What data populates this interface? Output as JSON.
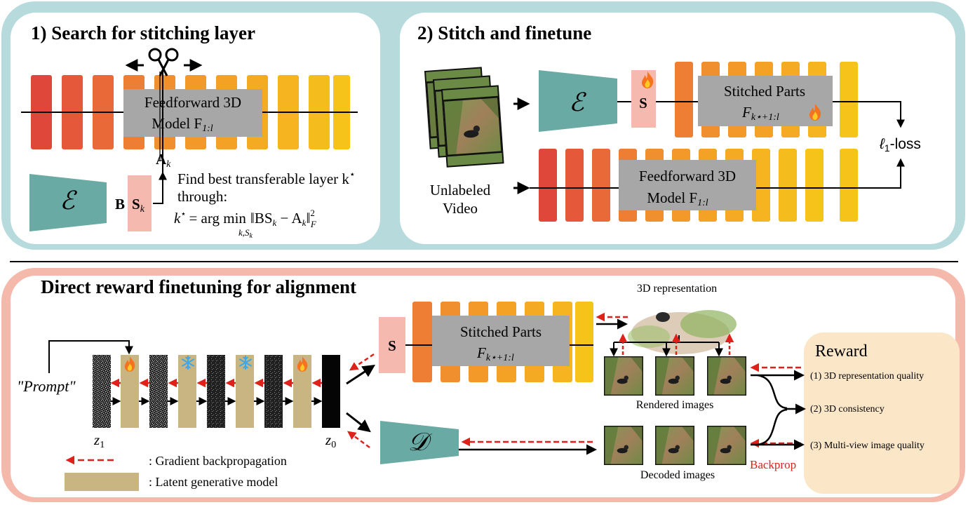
{
  "colors": {
    "top_panel_bg": "#b7dadd",
    "bottom_panel_bg": "#f5b9ac",
    "encoder": "#6aaaa5",
    "stitch_layer": "#f6b9b0",
    "gray_box": "#a7a7a7",
    "latent_model": "#c9b582",
    "reward_box": "#fbe7c8",
    "gradient_arrow": "#e0201a",
    "backprop_text": "#e0201a",
    "layer_gradient": [
      "#e0473b",
      "#e5583a",
      "#e96a38",
      "#ed7e34",
      "#f08f2d",
      "#f3a226",
      "#f5b420",
      "#f6c31b"
    ]
  },
  "icons": [
    "scissors-icon",
    "fire-icon",
    "snowflake-icon"
  ],
  "panel1": {
    "title": "1) Search for stitching layer",
    "model_line1": "Feedforward 3D",
    "model_line2": "Model F",
    "model_sub": "1:l",
    "a_label": "A",
    "a_sub": "k",
    "encoder_symbol": "ℰ",
    "b_label": "B",
    "s_label": "S",
    "s_sub": "k",
    "find_line1": "Find best transferable layer k",
    "find_star": "⋆",
    "find_line2": "through:",
    "eq_lhs": "k",
    "eq_star": "⋆",
    "eq_equals": "= arg min",
    "eq_under": "k,S",
    "eq_under_sub": "k",
    "eq_norm": "‖BS",
    "eq_norm_sub": "k",
    "eq_minus": " − A",
    "eq_minus_sub": "k",
    "eq_close": "‖",
    "eq_sup": "2",
    "eq_subF": "F"
  },
  "panel2": {
    "title": "2) Stitch and finetune",
    "encoder_symbol": "ℰ",
    "s_label": "S",
    "stitched_line1": "Stitched Parts",
    "stitched_F": "F",
    "stitched_sub": "k⋆+1:l",
    "model_line1": "Feedforward 3D",
    "model_line2": "Model F",
    "model_sub": "1:l",
    "video_line1": "Unlabeled",
    "video_line2": "Video",
    "loss_symbol": "ℓ",
    "loss_sub": "1",
    "loss_text": "-loss"
  },
  "panel3": {
    "title": "Direct reward finetuning for alignment",
    "prompt": "\"Prompt\"",
    "z1": "z",
    "z1_sub": "1",
    "z0": "z",
    "z0_sub": "0",
    "legend_gradient": ": Gradient backpropagation",
    "legend_latent": ": Latent generative model",
    "s_label": "S",
    "stitched_line1": "Stitched Parts",
    "stitched_F": "F",
    "stitched_sub": "k⋆+1:l",
    "decoder_symbol": "𝒟",
    "rep_label": "3D representation",
    "rendered_label": "Rendered images",
    "decoded_label": "Decoded images",
    "backprop_label": "Backprop",
    "reward_title": "Reward",
    "reward_items": [
      "(1) 3D representation quality",
      "(2)  3D consistency",
      "(3) Multi-view image quality"
    ]
  }
}
